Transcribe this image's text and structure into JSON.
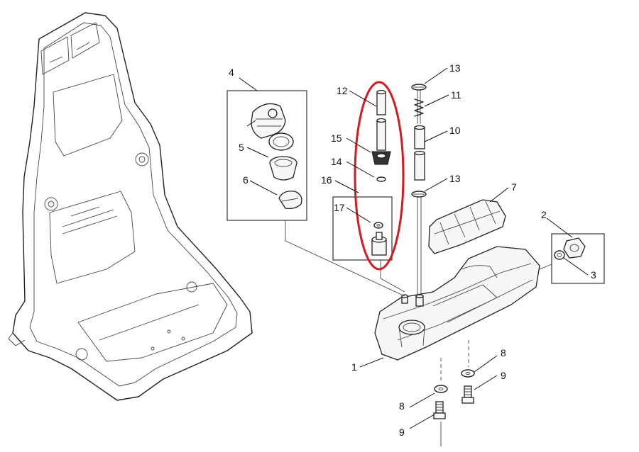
{
  "callouts": {
    "c1": "1",
    "c2": "2",
    "c3": "3",
    "c4": "4",
    "c5": "5",
    "c6": "6",
    "c7": "7",
    "c8a": "8",
    "c8b": "8",
    "c9a": "9",
    "c9b": "9",
    "c10": "10",
    "c11": "11",
    "c12": "12",
    "c13a": "13",
    "c13b": "13",
    "c14": "14",
    "c15": "15",
    "c16": "16",
    "c17": "17"
  },
  "colors": {
    "highlight": "#d61a1f",
    "line": "#222222"
  }
}
